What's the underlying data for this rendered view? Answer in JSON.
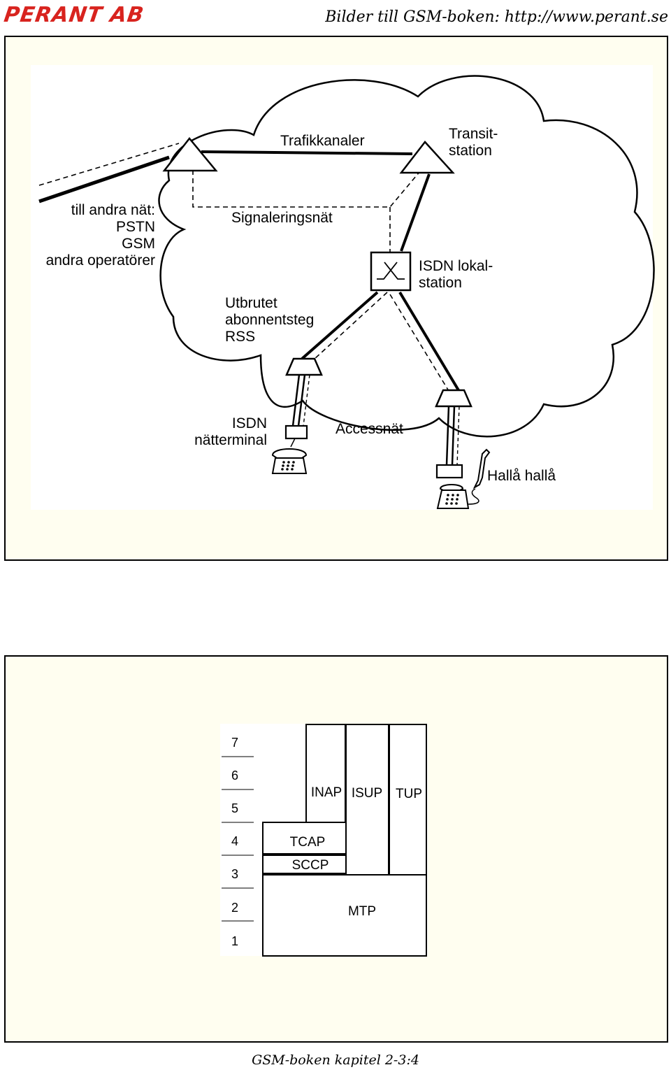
{
  "header": {
    "logo_text": "PERANT AB",
    "logo_color": "#d8231e",
    "title": "Bilder till GSM-boken: http://www.perant.se"
  },
  "network_diagram": {
    "labels": {
      "trafikkanaler": "Trafikkanaler",
      "transit_1": "Transit-",
      "transit_2": "station",
      "external_1": "till andra nät:",
      "external_2": "PSTN",
      "external_3": "GSM",
      "external_4": "andra operatörer",
      "signalering": "Signaleringsnät",
      "isdn_lokal_1": "ISDN lokal-",
      "isdn_lokal_2": "station",
      "rss_1": "Utbrutet",
      "rss_2": "abonnentsteg",
      "rss_3": "RSS",
      "netterminal_1": "ISDN",
      "netterminal_2": "nätterminal",
      "accessnat": "Accessnät",
      "halla": "Hallå hallå"
    }
  },
  "stack_diagram": {
    "layers": [
      "7",
      "6",
      "5",
      "4",
      "3",
      "2",
      "1"
    ],
    "blocks": {
      "inap": "INAP",
      "isup": "ISUP",
      "tup": "TUP",
      "tcap": "TCAP",
      "sccp": "SCCP",
      "mtp": "MTP"
    }
  },
  "footer": {
    "text": "GSM-boken kapitel 2-3:4"
  }
}
